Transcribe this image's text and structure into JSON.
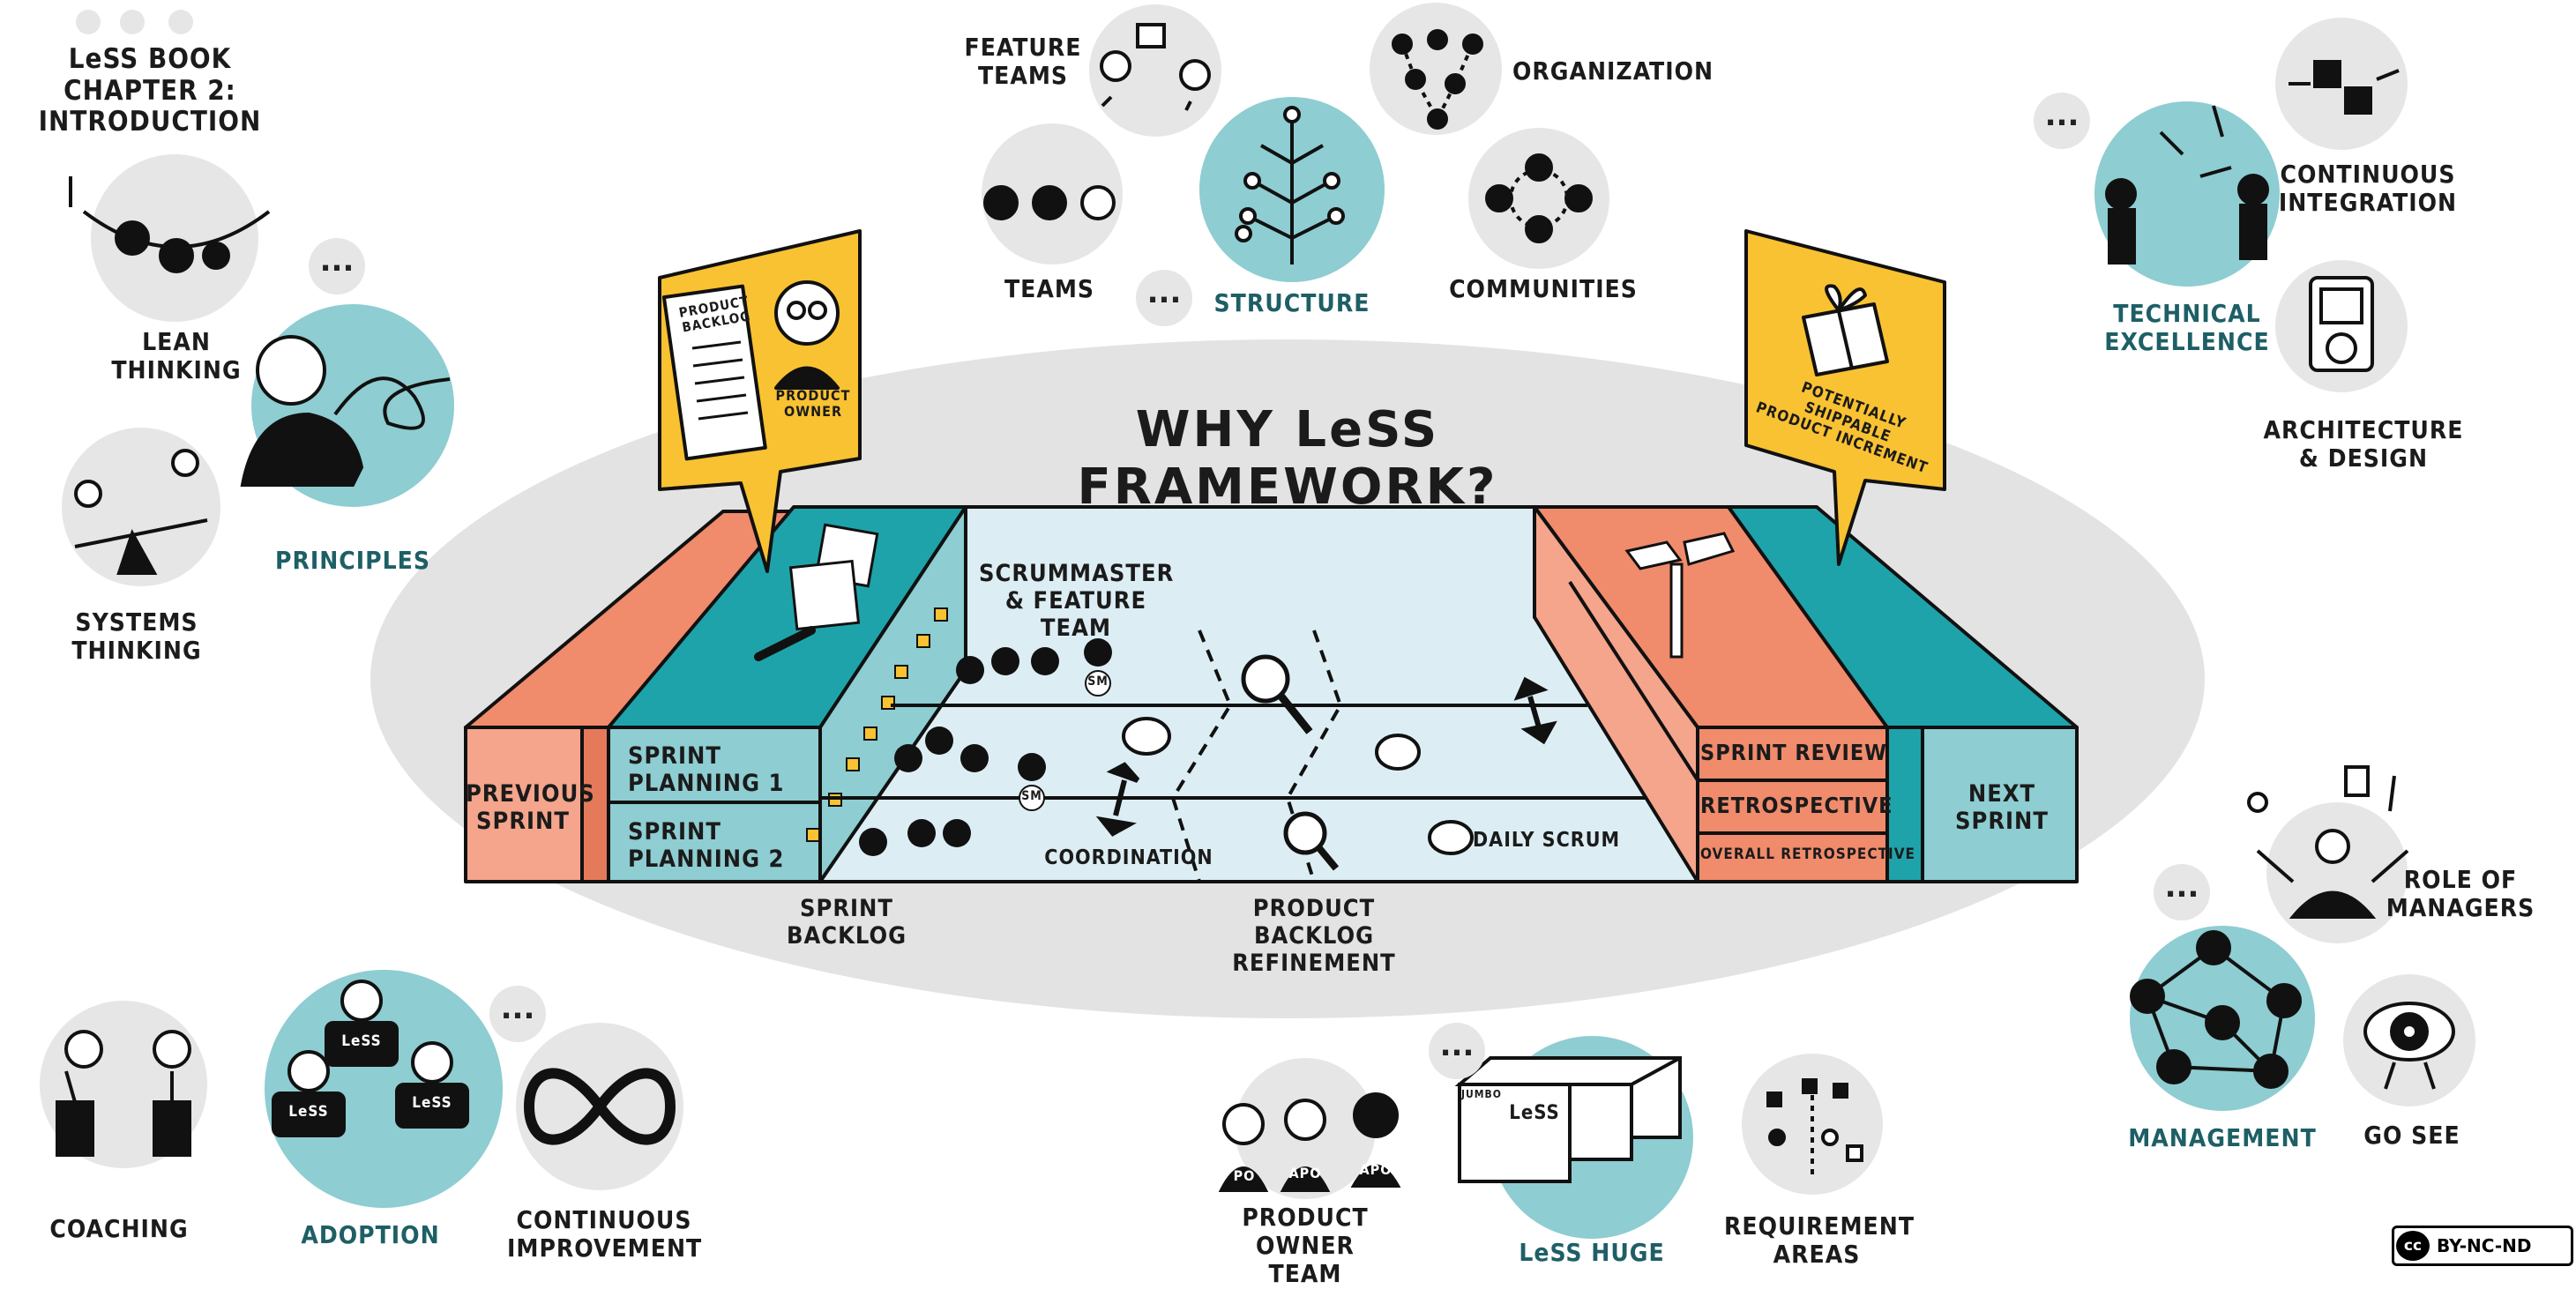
{
  "header": {
    "chapter_label": "LeSS BOOK CHAPTER 2:\nINTRODUCTION"
  },
  "title": "WHY LeSS FRAMEWORK?",
  "framework": {
    "product_backlog_sign": "PRODUCT\nBACKLOG",
    "product_owner_sign": "PRODUCT\nOWNER",
    "increment_sign": "POTENTIALLY SHIPPABLE\nPRODUCT INCREMENT",
    "previous_sprint": "PREVIOUS\nSPRINT",
    "sprint_planning_1": "SPRINT\nPLANNING 1",
    "sprint_planning_2": "SPRINT\nPLANNING 2",
    "sprint_backlog": "SPRINT\nBACKLOG",
    "scrummaster_team": "SCRUMMASTER\n& FEATURE TEAM",
    "coordination": "COORDINATION",
    "product_backlog_refinement": "PRODUCT\nBACKLOG\nREFINEMENT",
    "daily_scrum": "DAILY SCRUM",
    "sprint_review": "SPRINT REVIEW",
    "retrospective": "RETROSPECTIVE",
    "overall_retrospective": "OVERALL RETROSPECTIVE",
    "next_sprint": "NEXT\nSPRINT",
    "sm_badge": "SM"
  },
  "topics": {
    "lean_thinking": "LEAN\nTHINKING",
    "systems_thinking": "SYSTEMS\nTHINKING",
    "principles": "PRINCIPLES",
    "feature_teams": "FEATURE\nTEAMS",
    "teams": "TEAMS",
    "structure": "STRUCTURE",
    "organization": "ORGANIZATION",
    "communities": "COMMUNITIES",
    "technical_excellence": "TECHNICAL\nEXCELLENCE",
    "continuous_integration": "CONTINUOUS\nINTEGRATION",
    "architecture_design": "ARCHITECTURE\n& DESIGN",
    "role_of_managers": "ROLE OF\nMANAGERS",
    "management": "MANAGEMENT",
    "go_see": "GO SEE",
    "coaching": "COACHING",
    "adoption": "ADOPTION",
    "continuous_improvement": "CONTINUOUS\nIMPROVEMENT",
    "product_owner_team": "PRODUCT\nOWNER TEAM",
    "less_huge": "LeSS HUGE",
    "requirement_areas": "REQUIREMENT\nAREAS"
  },
  "badges": {
    "po": "PO",
    "apo": "APO",
    "less": "LeSS",
    "jumbo": "JUMBO"
  },
  "more_dots": "...",
  "license": "BY-NC-ND",
  "license_icon": "cc",
  "colors": {
    "teal": "#8ecdd2",
    "teal_dark": "#1fa3aa",
    "salmon": "#f08b6c",
    "yellow": "#f9c232",
    "light_blue": "#dceef4",
    "ellipse_grey": "#e3e3e3",
    "circle_grey": "#e6e6e6"
  }
}
